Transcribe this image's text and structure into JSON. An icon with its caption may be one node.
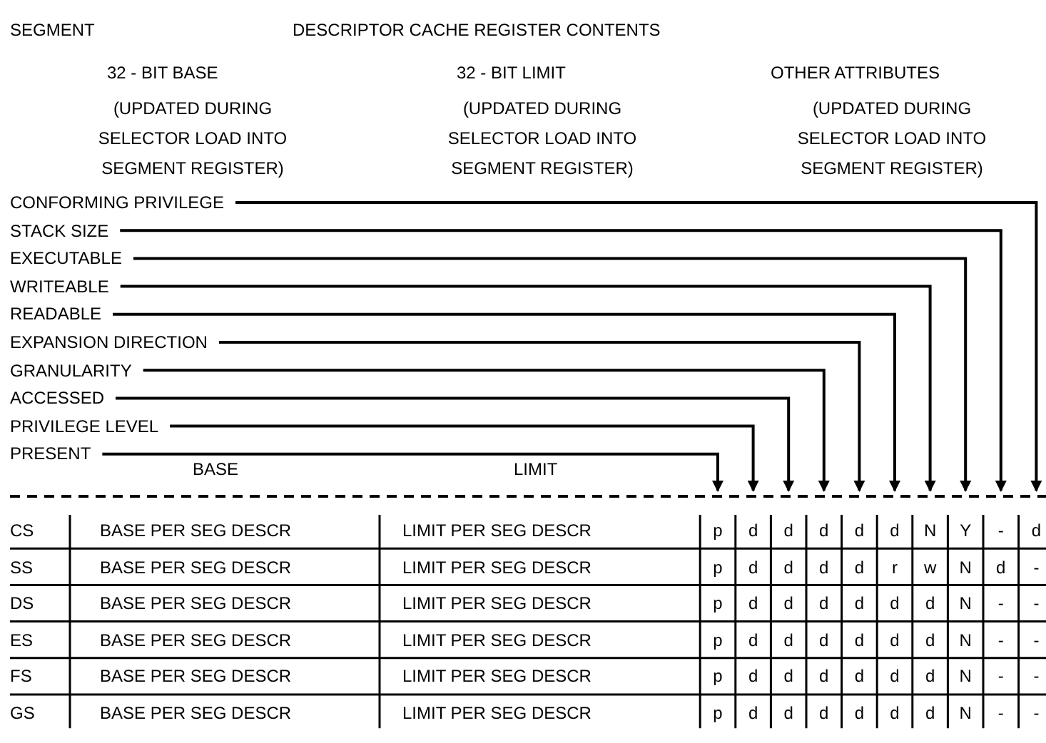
{
  "diagram": {
    "nodes": [
      {
        "text": [
          "CONFORMING PRIVILEGE"
        ]
      },
      {
        "text": [
          "STACK SIZE"
        ]
      },
      {
        "text": [
          "EXECUTABLE"
        ]
      },
      {
        "text": [
          "WRITEABLE"
        ]
      },
      {
        "text": [
          "READABLE"
        ]
      },
      {
        "text": [
          "EXPANSION DIRECTION"
        ]
      },
      {
        "text": [
          "GRANULARITY"
        ]
      },
      {
        "text": [
          "ACCESSED"
        ]
      },
      {
        "text": [
          "PRIVILEGE LEVEL"
        ]
      },
      {
        "text": [
          "PRESENT"
        ]
      }
    ],
    "edges": [
      {
        "from": 0,
        "to": null,
        "arrow": "to"
      },
      {
        "from": 1,
        "to": null,
        "arrow": "to"
      },
      {
        "from": 2,
        "to": null,
        "arrow": "to"
      },
      {
        "from": 3,
        "to": null,
        "arrow": "to"
      },
      {
        "from": 4,
        "to": null,
        "arrow": "to"
      },
      {
        "from": 5,
        "to": null,
        "arrow": "to"
      },
      {
        "from": 6,
        "to": null,
        "arrow": "to"
      },
      {
        "from": 7,
        "to": null,
        "arrow": "to"
      },
      {
        "from": 8,
        "to": null,
        "arrow": "to"
      },
      {
        "from": 9,
        "to": null,
        "arrow": "to"
      }
    ],
    "labels": [
      "SEGMENT",
      "DESCRIPTOR CACHE REGISTER CONTENTS",
      "32 - BIT BASE",
      "32 - BIT LIMIT",
      "OTHER ATTRIBUTES",
      "(UPDATED DURING SELECTOR LOAD INTO SEGMENT REGISTER)",
      "(UPDATED DURING SELECTOR LOAD INTO SEGMENT REGISTER)",
      "(UPDATED DURING SELECTOR LOAD INTO SEGMENT REGISTER)",
      "BASE",
      "LIMIT",
      "CS",
      "BASE PER SEG DESCR",
      "LIMIT PER SEG DESCR",
      "p",
      "d",
      "d",
      "d",
      "d",
      "d",
      "N",
      "Y",
      "-",
      "d",
      "SS",
      "BASE PER SEG DESCR",
      "LIMIT PER SEG DESCR",
      "p",
      "d",
      "d",
      "d",
      "d",
      "r",
      "w",
      "N",
      "d",
      "-",
      "DS",
      "BASE PER SEG DESCR",
      "LIMIT PER SEG DESCR",
      "p",
      "d",
      "d",
      "d",
      "d",
      "d",
      "d",
      "N",
      "-",
      "-",
      "ES",
      "BASE PER SEG DESCR",
      "LIMIT PER SEG DESCR",
      "p",
      "d",
      "d",
      "d",
      "d",
      "d",
      "d",
      "N",
      "-",
      "-",
      "FS",
      "BASE PER SEG DESCR",
      "LIMIT PER SEG DESCR",
      "p",
      "d",
      "d",
      "d",
      "d",
      "d",
      "d",
      "N",
      "-",
      "-",
      "GS",
      "BASE PER SEG DESCR",
      "LIMIT PER SEG DESCR",
      "p",
      "d",
      "d",
      "d",
      "d",
      "d",
      "d",
      "N",
      "-",
      "-"
    ]
  }
}
